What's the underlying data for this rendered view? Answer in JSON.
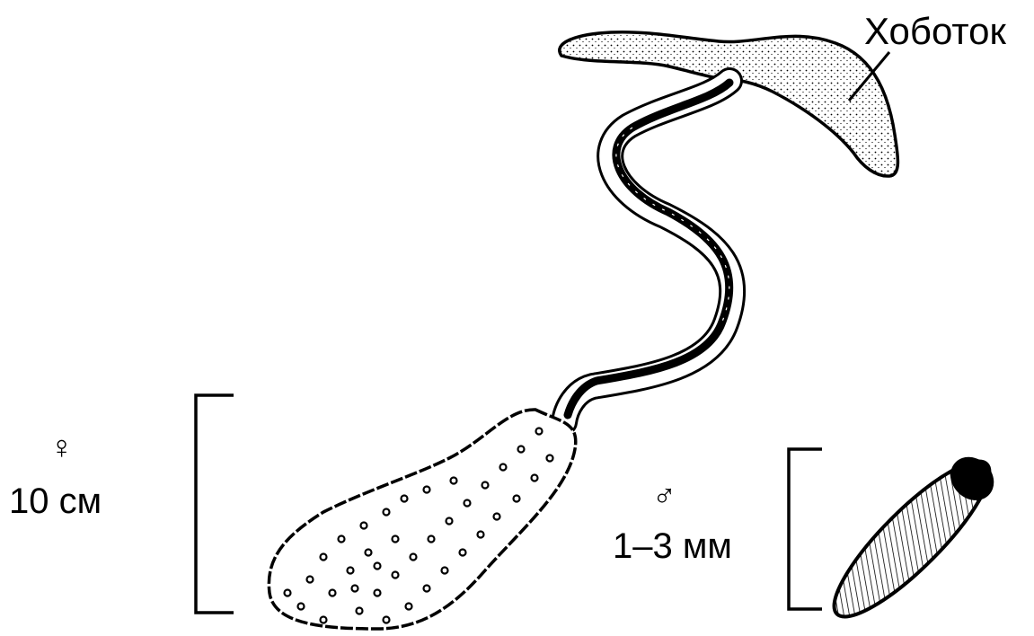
{
  "labels": {
    "proboscis": "Хоботок",
    "female_symbol": "♀",
    "female_size": "10 см",
    "male_symbol": "♂",
    "male_size": "1–3 мм"
  },
  "colors": {
    "ink": "#000000",
    "paper": "#ffffff"
  }
}
